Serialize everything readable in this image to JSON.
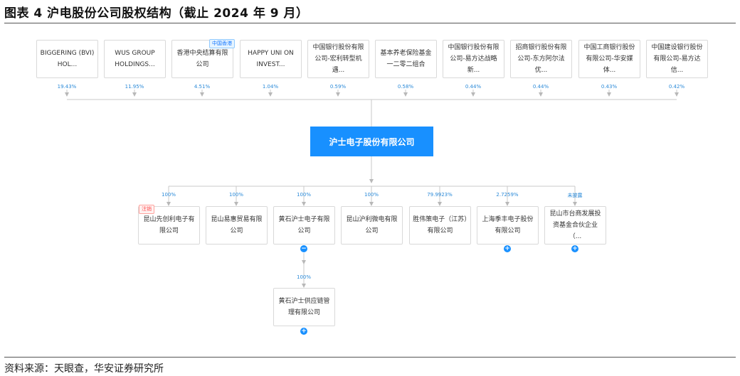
{
  "figure_title": "图表 4 沪电股份公司股权结构（截止 2024 年 9 月）",
  "source": "资料来源：天眼查，华安证券研究所",
  "colors": {
    "accent": "#1890ff",
    "percent": "#2b8ad8",
    "tag_red": "#ff4d4f"
  },
  "center_company": "沪士电子股份有限公司",
  "shareholders": [
    {
      "name": "BIGGERING (BVI) HOL...",
      "pct": "19.43%"
    },
    {
      "name": "WUS GROUP HOLDINGS...",
      "pct": "11.95%"
    },
    {
      "name": "香港中央结算有限公司",
      "pct": "4.51%",
      "tag": "中国香港"
    },
    {
      "name": "HAPPY UNI ON INVEST...",
      "pct": "1.04%"
    },
    {
      "name": "中国银行股份有限公司-宏利转型机遇...",
      "pct": "0.59%"
    },
    {
      "name": "基本养老保险基金一二零二组合",
      "pct": "0.58%"
    },
    {
      "name": "中国银行股份有限公司-易方达战略新...",
      "pct": "0.44%"
    },
    {
      "name": "招商银行股份有限公司-东方阿尔法优...",
      "pct": "0.44%"
    },
    {
      "name": "中国工商银行股份有限公司-华安媒体...",
      "pct": "0.43%"
    },
    {
      "name": "中国建设银行股份有限公司-易方达信...",
      "pct": "0.42%"
    }
  ],
  "subsidiaries": [
    {
      "name": "昆山先创利电子有限公司",
      "pct": "100%",
      "tag": "注销"
    },
    {
      "name": "昆山易惠贸易有限公司",
      "pct": "100%"
    },
    {
      "name": "黄石沪士电子有限公司",
      "pct": "100%",
      "toggle": "−"
    },
    {
      "name": "昆山沪利微电有限公司",
      "pct": "100%"
    },
    {
      "name": "胜伟策电子（江苏）有限公司",
      "pct": "79.9923%"
    },
    {
      "name": "上海季丰电子股份有限公司",
      "pct": "2.7259%",
      "toggle": "+"
    },
    {
      "name": "昆山市台商发展投资基金合伙企业（...",
      "pct": "未披露",
      "toggle": "+"
    }
  ],
  "sub_subsidiary": {
    "name": "黄石沪士供应链管理有限公司",
    "pct": "100%",
    "toggle": "+"
  }
}
